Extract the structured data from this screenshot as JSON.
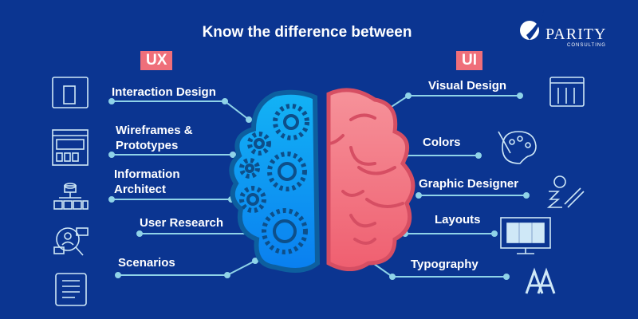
{
  "title": "Know the difference between",
  "logo": {
    "name": "PARITY",
    "sub": "CONSULTING"
  },
  "ux": {
    "tag": "UX",
    "items": [
      "Interaction Design",
      "Wireframes &\nPrototypes",
      "Information\nArchitect",
      "User Research",
      "Scenarios"
    ]
  },
  "ui": {
    "tag": "UI",
    "items": [
      "Visual Design",
      "Colors",
      "Graphic Designer",
      "Layouts",
      "Typography"
    ]
  },
  "colors": {
    "bg": "#0b3591",
    "accent": "#ef6f7a",
    "line": "#8fd3e8",
    "brainLeft": "#0b8ff0",
    "brainRight": "#f47d87"
  }
}
